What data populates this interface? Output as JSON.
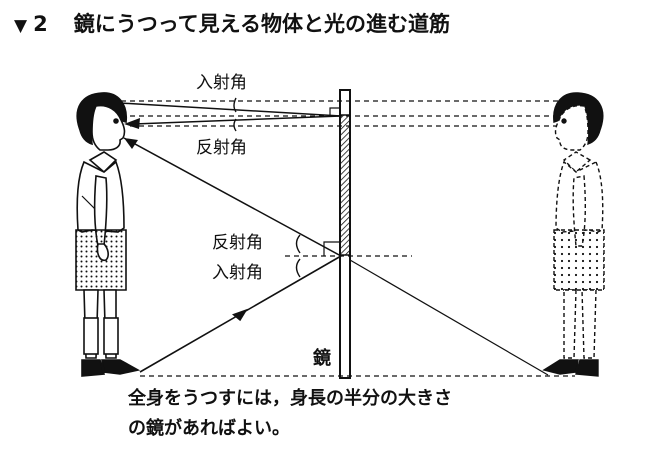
{
  "title": {
    "marker": "▼",
    "number": "2",
    "text": "鏡にうつって見える物体と光の進む道筋"
  },
  "labels": {
    "incidence_angle_top": "入射角",
    "reflection_angle_top": "反射角",
    "reflection_angle_mid": "反射角",
    "incidence_angle_mid": "入射角",
    "mirror": "鏡"
  },
  "caption": {
    "line1": "全身をうつすには，身長の半分の大きさ",
    "line2": "の鏡があればよい。"
  }
}
